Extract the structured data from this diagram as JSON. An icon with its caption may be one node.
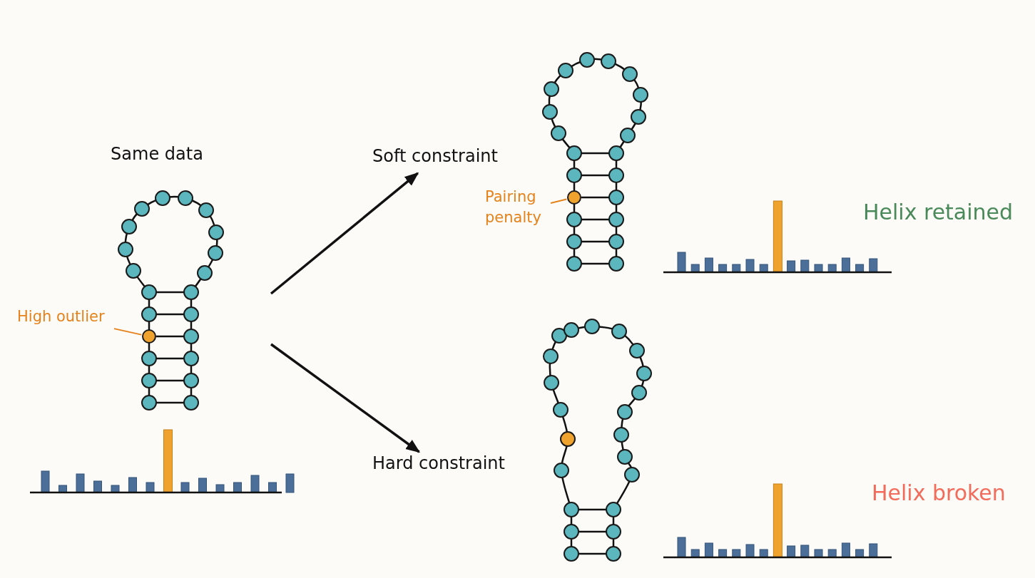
{
  "diagram": {
    "nodes": [
      {
        "text": [
          "Same data"
        ]
      },
      {
        "text": [
          "High outlier"
        ]
      },
      {
        "text": [],
        "shape": "circle"
      },
      {
        "text": [
          "Soft constraint"
        ]
      },
      {
        "text": [
          "Pairing penalty"
        ]
      },
      {
        "text": [],
        "shape": "circle"
      },
      {
        "text": [
          "Hard constraint"
        ]
      }
    ],
    "edges": [
      {
        "from": null,
        "to": 3,
        "arrow": "to"
      },
      {
        "from": null,
        "to": 6,
        "arrow": "to"
      },
      {
        "from": 1,
        "to": 2,
        "arrow": "none",
        "color": "#e5821c"
      },
      {
        "from": 4,
        "to": 5,
        "arrow": "none",
        "color": "#e5821c"
      }
    ],
    "labels": [
      "Helix retained",
      "Helix broken"
    ]
  }
}
